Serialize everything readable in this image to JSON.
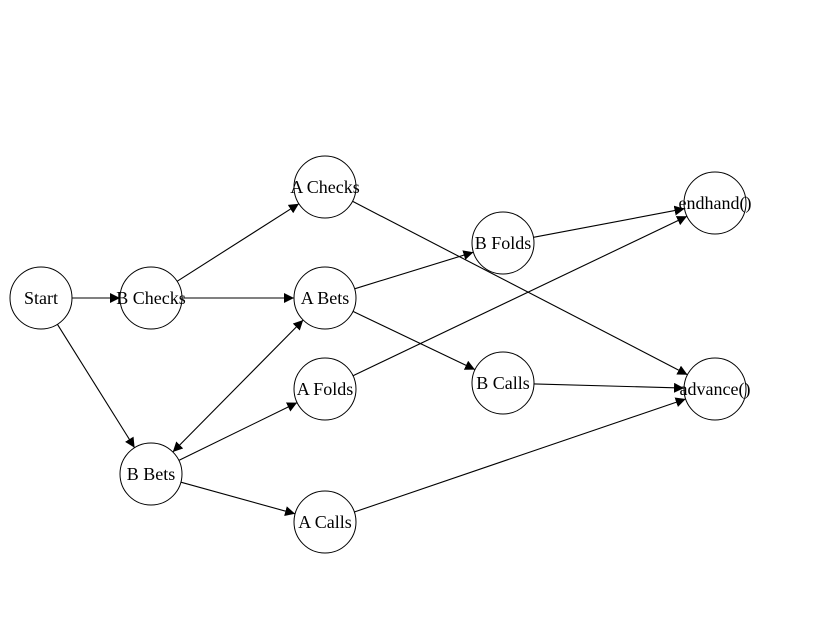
{
  "diagram": {
    "nodes": [
      {
        "id": "start",
        "label": "Start"
      },
      {
        "id": "b_checks",
        "label": "B Checks"
      },
      {
        "id": "b_bets",
        "label": "B Bets"
      },
      {
        "id": "a_checks",
        "label": "A Checks"
      },
      {
        "id": "a_bets",
        "label": "A Bets"
      },
      {
        "id": "a_folds",
        "label": "A Folds"
      },
      {
        "id": "a_calls",
        "label": "A Calls"
      },
      {
        "id": "b_folds",
        "label": "B Folds"
      },
      {
        "id": "b_calls",
        "label": "B Calls"
      },
      {
        "id": "endhand",
        "label": "endhand()"
      },
      {
        "id": "advance",
        "label": "advance()"
      }
    ],
    "edges": [
      {
        "from": "start",
        "to": "b_checks"
      },
      {
        "from": "start",
        "to": "b_bets"
      },
      {
        "from": "b_checks",
        "to": "a_checks"
      },
      {
        "from": "b_checks",
        "to": "a_bets"
      },
      {
        "from": "b_bets",
        "to": "a_bets",
        "bidirectional": true
      },
      {
        "from": "b_bets",
        "to": "a_folds"
      },
      {
        "from": "b_bets",
        "to": "a_calls"
      },
      {
        "from": "a_checks",
        "to": "advance"
      },
      {
        "from": "a_bets",
        "to": "b_folds"
      },
      {
        "from": "a_bets",
        "to": "b_calls"
      },
      {
        "from": "a_folds",
        "to": "endhand"
      },
      {
        "from": "a_calls",
        "to": "advance"
      },
      {
        "from": "b_folds",
        "to": "endhand"
      },
      {
        "from": "b_calls",
        "to": "advance"
      }
    ]
  }
}
